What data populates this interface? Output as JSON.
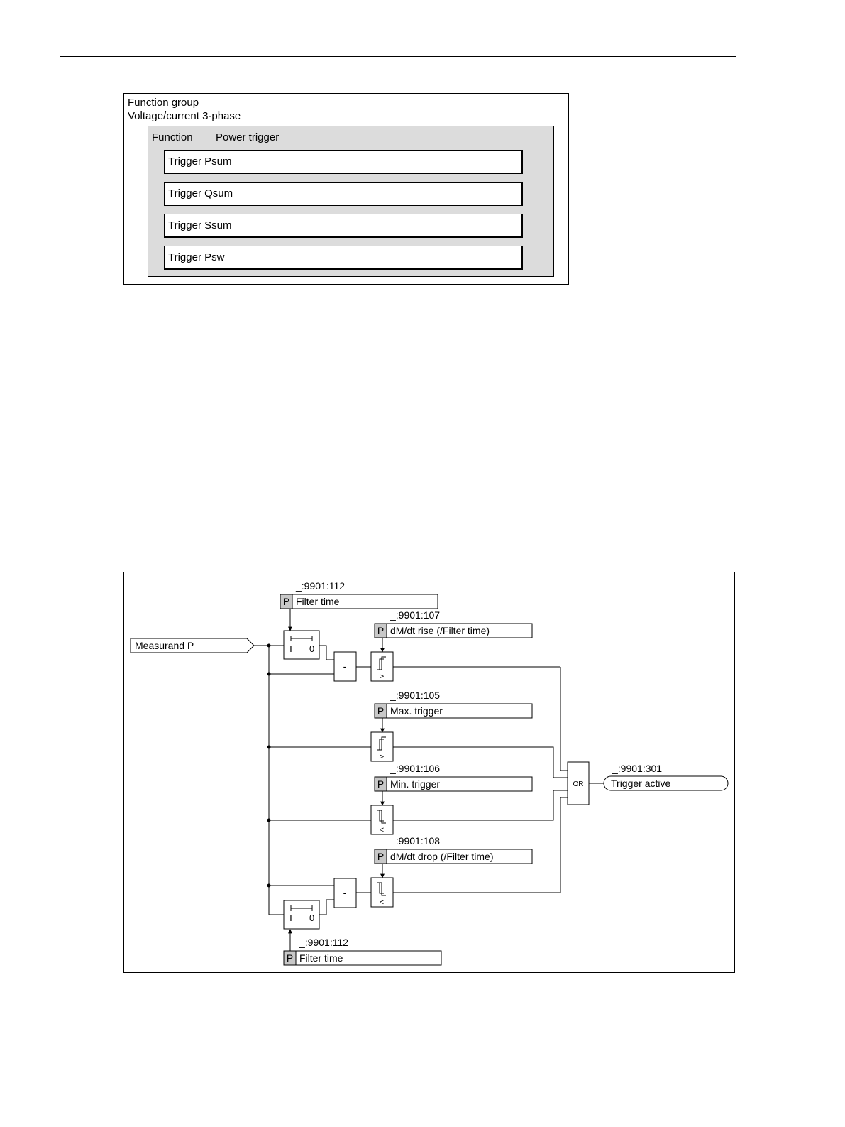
{
  "function_group": {
    "label": "Function group",
    "name": "Voltage/current 3-phase",
    "function_label": "Function",
    "function_name": "Power trigger",
    "items": [
      "Trigger Psum",
      "Trigger Qsum",
      "Trigger Ssum",
      "Trigger Psw"
    ]
  },
  "logic_diagram": {
    "input": "Measurand P",
    "timer_t": "T",
    "timer_zero": "0",
    "subtract": "-",
    "param_marker": "P",
    "or_label": "OR",
    "params": [
      {
        "addr": "_:9901:112",
        "label": "Filter time"
      },
      {
        "addr": "_:9901:107",
        "label": "dM/dt rise (/Filter time)"
      },
      {
        "addr": "_:9901:105",
        "label": "Max. trigger"
      },
      {
        "addr": "_:9901:106",
        "label": "Min. trigger"
      },
      {
        "addr": "_:9901:108",
        "label": "dM/dt drop (/Filter time)"
      },
      {
        "addr": "_:9901:112",
        "label": "Filter time"
      }
    ],
    "comparators": [
      ">",
      ">",
      "<",
      "<"
    ],
    "output": {
      "addr": "_:9901:301",
      "label": "Trigger active"
    }
  }
}
